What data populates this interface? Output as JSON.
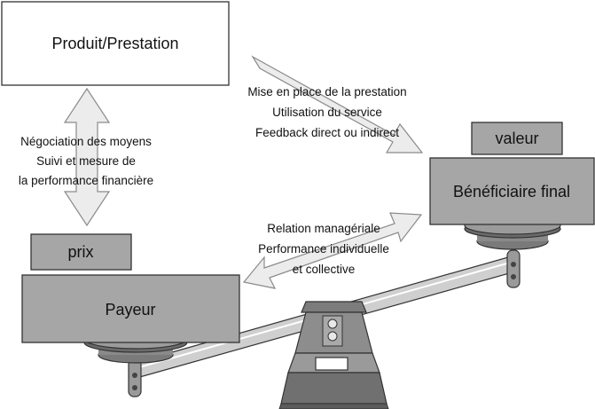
{
  "product_box": {
    "label": "Produit/Prestation"
  },
  "price_tag": {
    "label": "prix"
  },
  "payer_box": {
    "label": "Payeur"
  },
  "value_tag": {
    "label": "valeur"
  },
  "beneficiary_box": {
    "label": "Bénéficiaire final"
  },
  "flows": {
    "product_to_beneficiary": [
      "Mise en place de la prestation",
      "Utilisation du service",
      "Feedback direct ou indirect"
    ],
    "product_payer": [
      "Négociation des moyens",
      "Suivi et mesure de",
      "la performance financière"
    ],
    "payer_beneficiary": [
      "Relation managériale",
      "Performance individuelle",
      "et collective"
    ]
  },
  "colors": {
    "box_fill": "#a6a6a6",
    "arrow_fill": "#ececec",
    "beam_fill": "#c8c8c8",
    "dark_gray": "#6e6e6e",
    "outline": "#333333"
  }
}
